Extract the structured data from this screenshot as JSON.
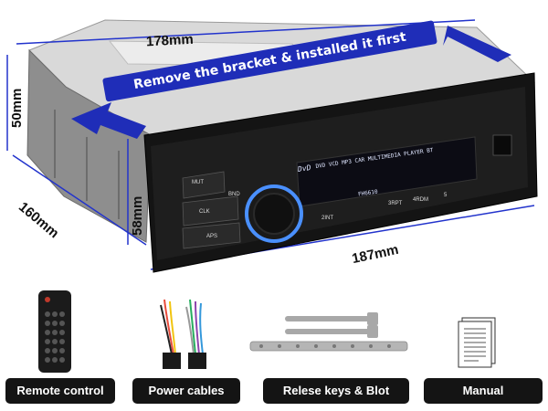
{
  "dimensions": {
    "top_width": "178mm",
    "side_height": "50mm",
    "depth": "160mm",
    "front_height": "58mm",
    "front_width": "187mm"
  },
  "banner": {
    "text": "Remove the bracket & installed it first"
  },
  "device": {
    "brand": "DvD",
    "display_text": "DVD VCD MP3 CAR MULTIMEDIA PLAYER BT",
    "model": "FH6610",
    "buttons": [
      "MUT",
      "BND",
      "CLK",
      "APS",
      "2INT",
      "3RPT",
      "4RDM",
      "5"
    ]
  },
  "accessories": [
    {
      "label": "Remote control",
      "icon": "remote-control-icon"
    },
    {
      "label": "Power cables",
      "icon": "power-cables-icon"
    },
    {
      "label": "Relese keys & Blot",
      "icon": "release-keys-icon"
    },
    {
      "label": "Manual",
      "icon": "manual-icon"
    }
  ],
  "colors": {
    "arrow": "#1f2db8",
    "banner": "#1f2db8",
    "label_bg": "#141414",
    "knob_ring": "#4a90ff"
  }
}
